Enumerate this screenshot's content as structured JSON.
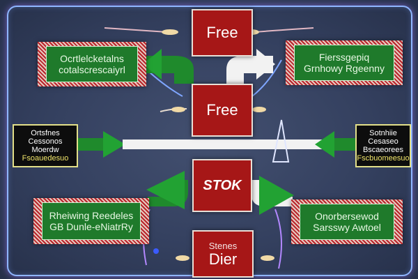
{
  "boxes": {
    "free_top": "Free",
    "free_middle": "Free",
    "stop": "STOK",
    "bottom_top": "Stenes",
    "bottom_main": "Dier"
  },
  "panels": {
    "top_left": [
      "Ocrtlelcketalns",
      "cotalscrescaiyrl"
    ],
    "top_right": [
      "Fierssgepiq",
      "Grnhowy Rgeenny"
    ],
    "bottom_left": [
      "Rheiwing Reedeles",
      "GB Dunle-eNiatrRy"
    ],
    "bottom_right": [
      "Onorbersewod",
      "Sarsswy Awtoel"
    ]
  },
  "sideboxes": {
    "left": [
      "Ortsfnes",
      "Cessonos",
      "Moerdw",
      "Fsoauedesuo"
    ],
    "right": [
      "Sotnhiie",
      "Cesaseo",
      "Bscaeorees",
      "Fscbuomeesuo"
    ]
  },
  "colors": {
    "red": "#a61717",
    "green": "#1f7a2b",
    "arrow_green": "#22a233",
    "white_arrow": "#f2f2f2",
    "frame": "#8fb6ff"
  }
}
